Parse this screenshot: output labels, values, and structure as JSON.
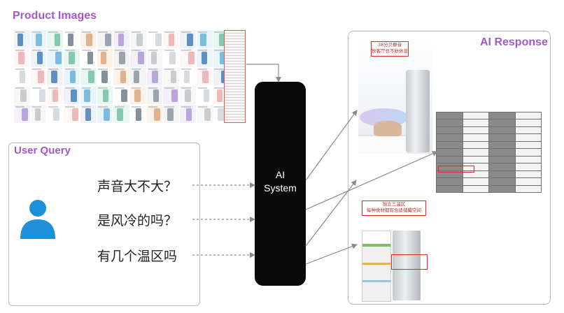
{
  "product_images": {
    "title": "Product Images"
  },
  "user_query": {
    "title": "User Query",
    "questions": [
      "声音大不大？",
      "是风冷的吗？",
      "有几个温区吗"
    ]
  },
  "ai_system": {
    "label_line1": "AI",
    "label_line2": "System"
  },
  "ai_response": {
    "title": "AI Response",
    "image1_caption_line1": "38分贝静音",
    "image1_caption_line2": "放客厅也不妨休息",
    "image2_caption_line1": "独立三温区",
    "image2_caption_line2": "每种食材都有合适储藏空间"
  },
  "colors": {
    "accent_purple": "#a05ac8",
    "highlight_red": "#e02a2a",
    "arrow_gray": "#8a8a8a"
  },
  "icons": {
    "user": "user-icon"
  }
}
